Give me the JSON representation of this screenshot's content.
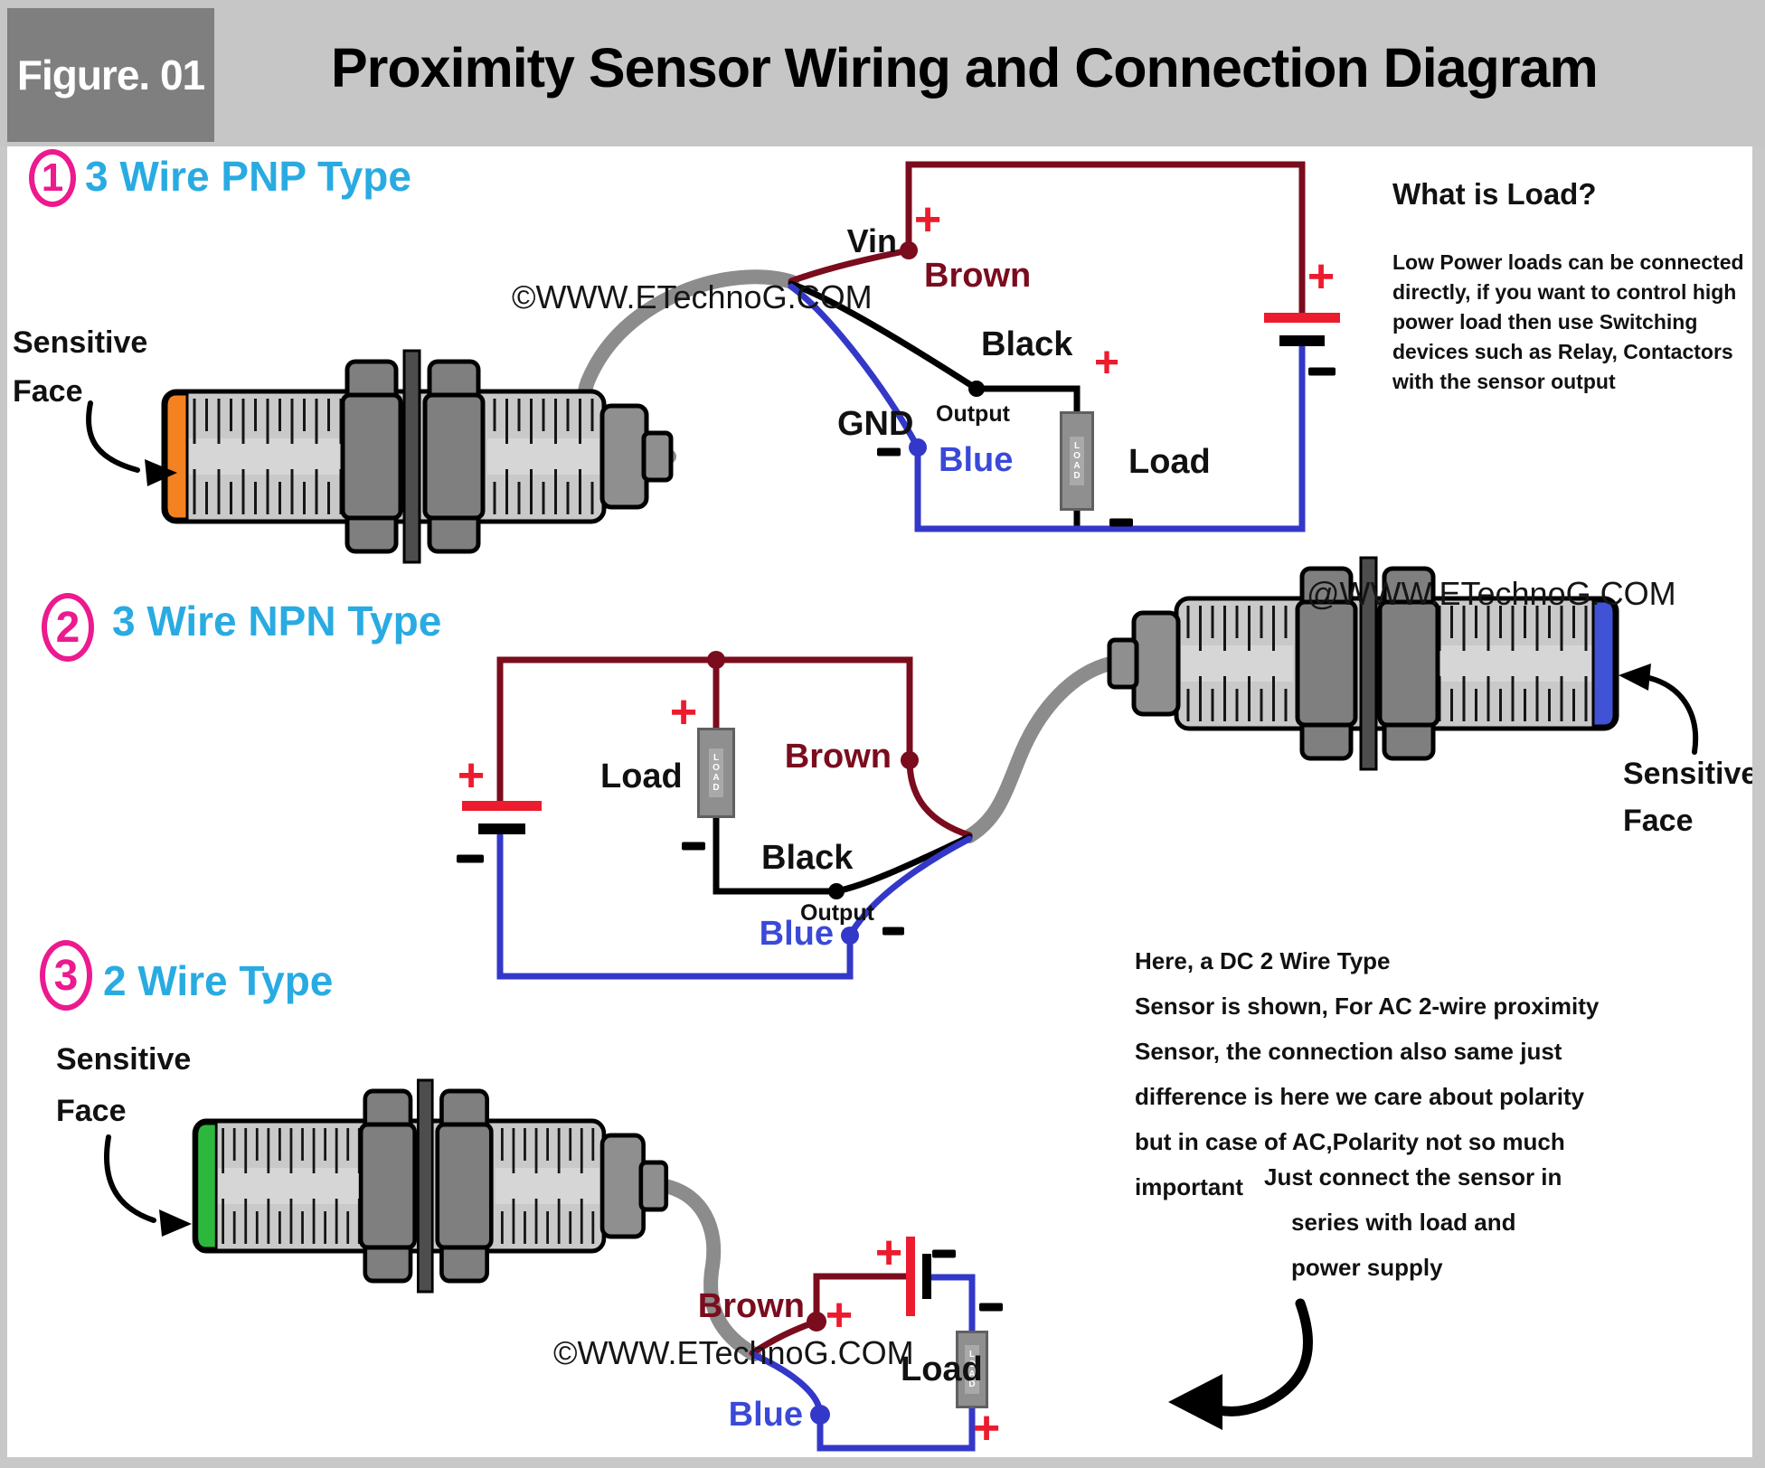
{
  "header": {
    "figure_label": "Figure. 01",
    "title": "Proximity Sensor Wiring and Connection Diagram"
  },
  "symbols": {
    "plus": "+"
  },
  "colors": {
    "wire_brown": "#7A0C1E",
    "wire_blue": "#3438C8",
    "accent_red": "#EC1B2E",
    "heading_cyan": "#29ABE2",
    "number_pink": "#EC1A8E",
    "cable_gray": "#8C8C8C",
    "tip_orange": "#F58220",
    "tip_blue": "#4053D6",
    "tip_green": "#2DB83D",
    "label_blue": "#3B49D8"
  },
  "load_box": {
    "letters": "L O A D"
  },
  "watermark": {
    "pnp": "©WWW.ETechnoG.COM",
    "npn": "@WWW.ETechnoG.COM",
    "two_wire": "©WWW.ETechnoG.COM"
  },
  "sections": {
    "pnp": {
      "number": "1",
      "heading": "3 Wire PNP Type",
      "sensitive_face": "Sensitive\nFace",
      "labels": {
        "vin": "Vin",
        "brown": "Brown",
        "black": "Black",
        "output": "Output",
        "gnd": "GND",
        "blue": "Blue",
        "load": "Load"
      }
    },
    "npn": {
      "number": "2",
      "heading": "3 Wire NPN Type",
      "sensitive_face": "Sensitive\nFace",
      "labels": {
        "brown": "Brown",
        "black": "Black",
        "output": "Output",
        "blue": "Blue",
        "load": "Load"
      }
    },
    "two_wire": {
      "number": "3",
      "heading": "2 Wire Type",
      "sensitive_face": "Sensitive\nFace",
      "labels": {
        "brown": "Brown",
        "blue": "Blue",
        "load": "Load"
      }
    }
  },
  "what_is_load": {
    "title": "What is Load?",
    "body": "Low Power loads can be connected\ndirectly, if you want to control high\npower load then use Switching\ndevices such as Relay, Contactors\nwith the sensor output"
  },
  "note": {
    "part1": "Here, a DC 2 Wire Type\nSensor is shown, For AC 2-wire proximity\nSensor, the connection also same just\ndifference is here we care about polarity\nbut in case of AC,Polarity not so much\nimportant",
    "part2_line1": "Just connect the sensor in",
    "part2_line2": "series with load and",
    "part2_line3": "power supply"
  }
}
